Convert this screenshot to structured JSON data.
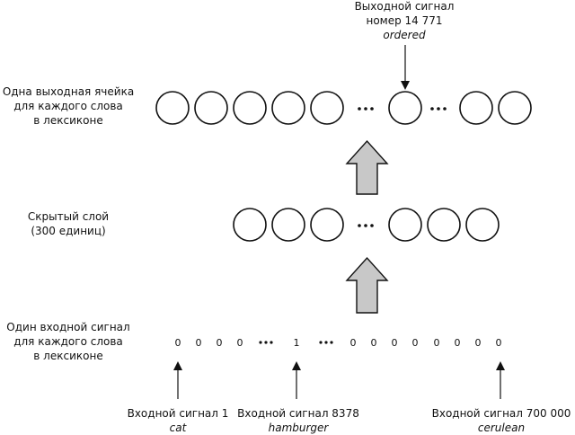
{
  "output_label": {
    "line1": "Выходной сигнал",
    "line2": "номер 14 771",
    "word": "ordered"
  },
  "layers": {
    "output": {
      "label": [
        "Одна выходная ячейка",
        "для каждого слова",
        "в лексиконе"
      ]
    },
    "hidden": {
      "label": [
        "Скрытый слой",
        "(300 единиц)"
      ]
    },
    "input": {
      "label": [
        "Один входной сигнал",
        "для каждого слова",
        "в лексиконе"
      ]
    }
  },
  "input_values": {
    "left": [
      "0",
      "0",
      "0",
      "0"
    ],
    "middle": "1",
    "right": [
      "0",
      "0",
      "0",
      "0",
      "0",
      "0",
      "0",
      "0"
    ],
    "ellipsis": "•••"
  },
  "input_signals": [
    {
      "title": "Входной сигнал 1",
      "word": "cat"
    },
    {
      "title": "Входной сигнал 8378",
      "word": "hamburger"
    },
    {
      "title": "Входной сигнал 700 000",
      "word": "cerulean"
    }
  ],
  "colors": {
    "stroke": "#111111",
    "arrow_fill": "#c8c8c8"
  }
}
